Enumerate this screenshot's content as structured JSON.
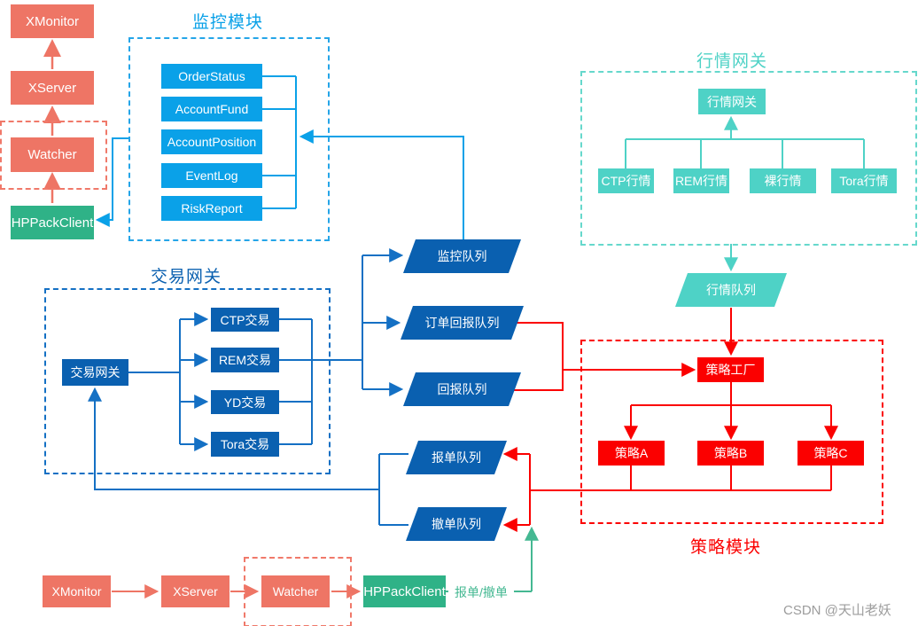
{
  "monitor_module": {
    "title": "监控模块",
    "components": [
      "OrderStatus",
      "AccountFund",
      "AccountPosition",
      "EventLog",
      "RiskReport"
    ]
  },
  "market_module": {
    "title": "行情网关",
    "gateway": "行情网关",
    "sources": [
      "CTP行情",
      "REM行情",
      "裸行情",
      "Tora行情"
    ]
  },
  "trade_module": {
    "title": "交易网关",
    "gateway": "交易网关",
    "channels": [
      "CTP交易",
      "REM交易",
      "YD交易",
      "Tora交易"
    ]
  },
  "strategy_module": {
    "title": "策略模块",
    "factory": "策略工厂",
    "strategies": [
      "策略A",
      "策略B",
      "策略C"
    ]
  },
  "queues": {
    "monitor": "监控队列",
    "order_report": "订单回报队列",
    "report": "回报队列",
    "order": "报单队列",
    "cancel": "撤单队列",
    "market": "行情队列"
  },
  "left_chain": [
    "XMonitor",
    "XServer",
    "Watcher",
    "HPPackClient"
  ],
  "bottom_chain": [
    "XMonitor",
    "XServer",
    "Watcher",
    "HPPackClient"
  ],
  "flow_label": "报单/撤单",
  "watermark": "CSDN @天山老妖",
  "colors": {
    "salmon": "#EE7565",
    "green": "#2FB287",
    "green_line": "#44B892",
    "cyan": "#0AA1E8",
    "dark_blue": "#0A60B0",
    "blue_line": "#1470C4",
    "teal": "#4ED2C6",
    "red": "#FB0000",
    "watermark_gray": "#9C9C9C"
  }
}
